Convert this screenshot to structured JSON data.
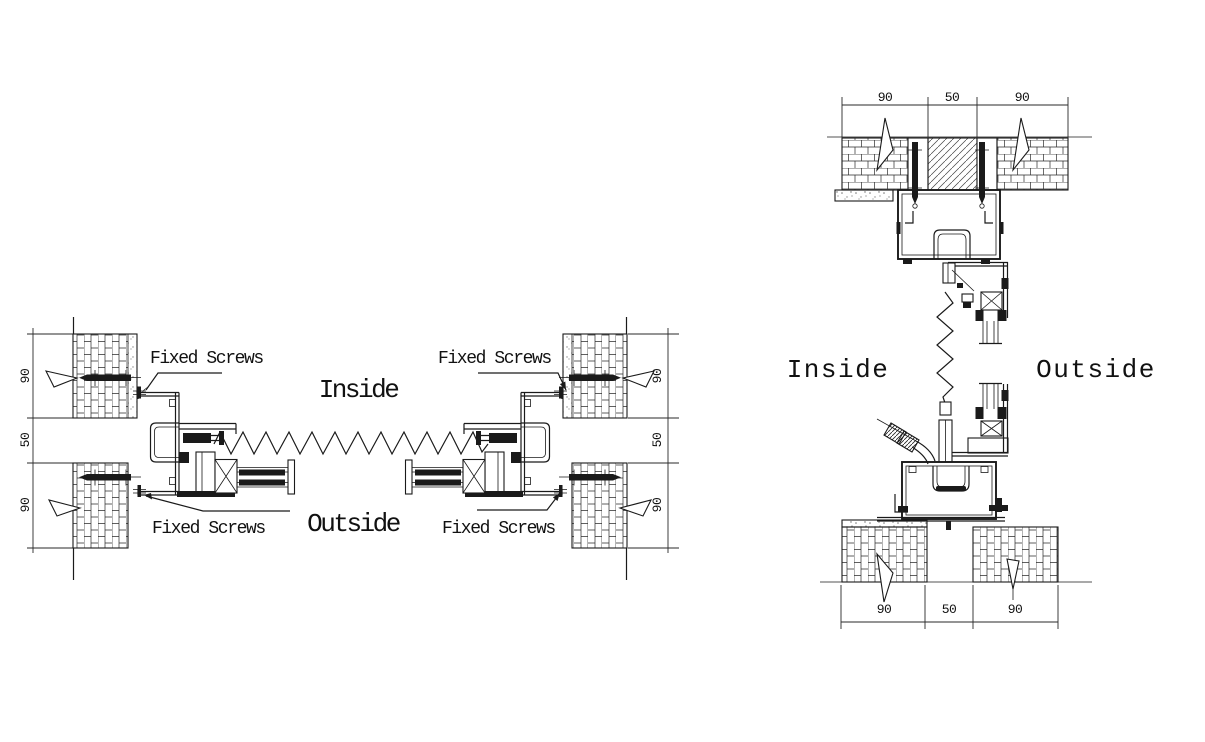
{
  "colors": {
    "line": "#1a1a1a",
    "background": "#ffffff"
  },
  "left_section": {
    "inside_label": "Inside",
    "outside_label": "Outside",
    "screw_labels": [
      "Fixed Screws",
      "Fixed Screws",
      "Fixed Screws",
      "Fixed Screws"
    ],
    "dims_left": [
      "90",
      "50",
      "90"
    ],
    "dims_right": [
      "90",
      "50",
      "90"
    ]
  },
  "right_section": {
    "inside_label": "Inside",
    "outside_label": "Outside",
    "dims_top": [
      "90",
      "50",
      "90"
    ],
    "dims_bottom": [
      "90",
      "50",
      "90"
    ]
  }
}
